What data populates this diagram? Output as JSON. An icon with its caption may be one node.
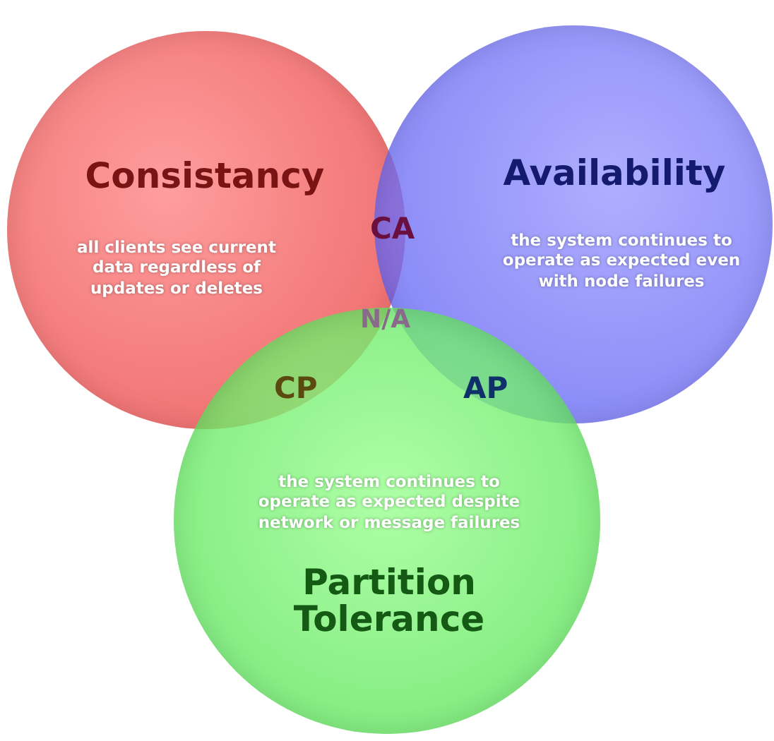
{
  "diagram": {
    "nodes": [
      {
        "text": [
          "Consistancy",
          "all clients see current data regardless of updates or deletes"
        ]
      },
      {
        "text": [
          "Availability",
          "the system continues to operate as expected even with node failures"
        ]
      },
      {
        "text": [
          "the system continues to operate as expected despite network or message failures",
          "Partition Tolerance"
        ]
      }
    ],
    "edges": [],
    "labels": [
      "CA",
      "N/A",
      "CP",
      "AP"
    ]
  }
}
